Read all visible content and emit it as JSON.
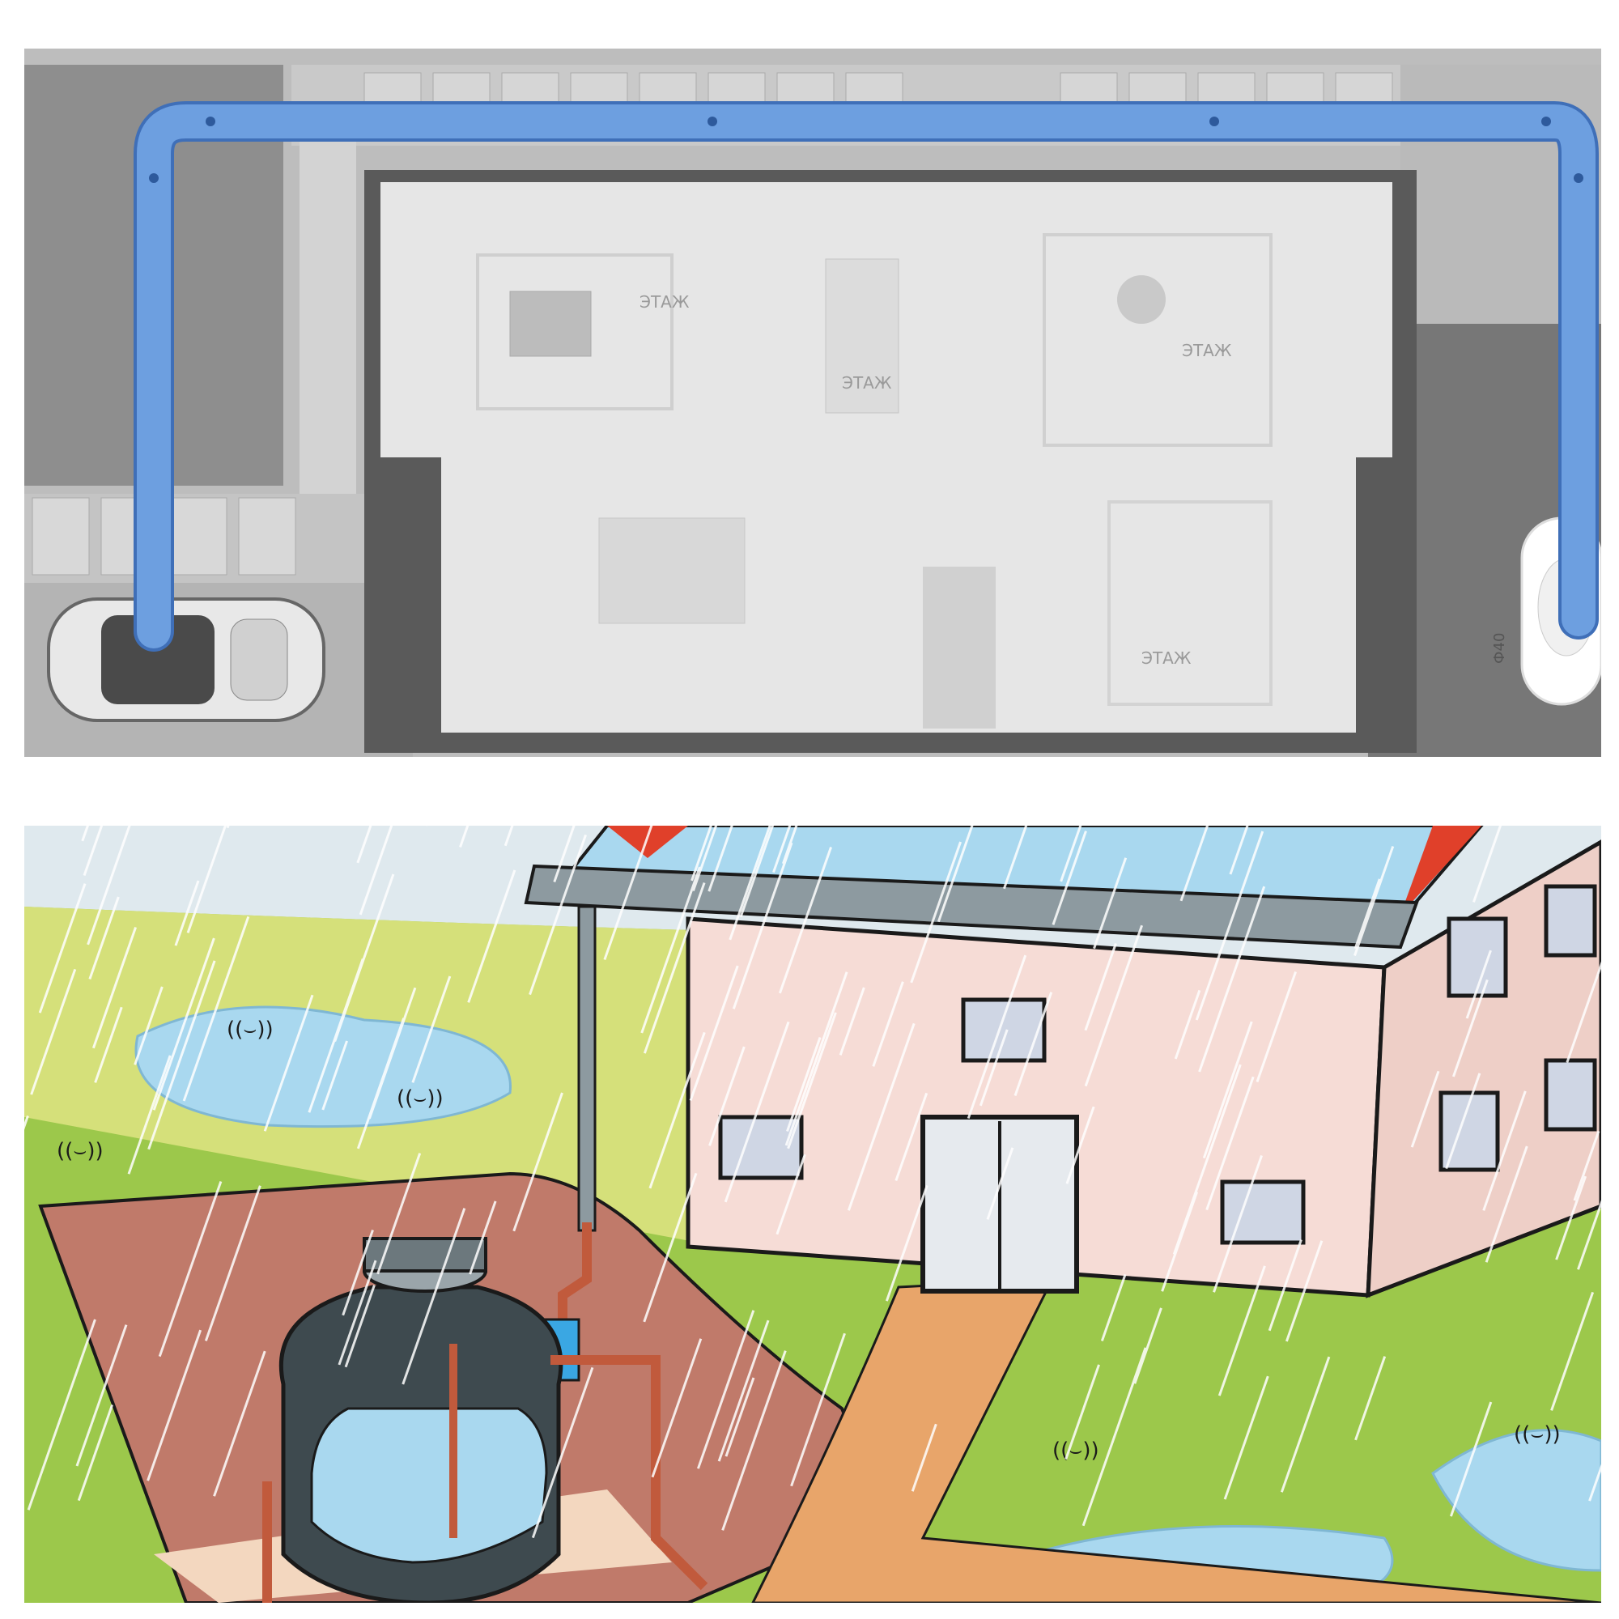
{
  "colors": {
    "pipe_blue": "#6d9fe0",
    "pipe_edge": "#3f6fb8",
    "plan_gray": "#e6e6e6",
    "grass_green": "#9cc84b",
    "roof_red": "#e0402a",
    "house_wall": "#f6dcd6",
    "water_blue": "#a9d8ef",
    "soil_brown": "#c07a6a",
    "tank_dark": "#3e4a4f",
    "path_orange": "#e8a56a"
  },
  "icons": {
    "pipe": "downspout-pipe",
    "tank": "rainwater-tank",
    "car": "car-top-view",
    "toilet": "toilet-top-view"
  },
  "top_plan": {
    "room_labels": [
      "ЭТАЖ",
      "ЭТАЖ",
      "ЭТАЖ",
      "ЭТАЖ"
    ],
    "plate_text": "Ф40"
  },
  "bottom_scene": {
    "splash_text": "((⌣))"
  }
}
